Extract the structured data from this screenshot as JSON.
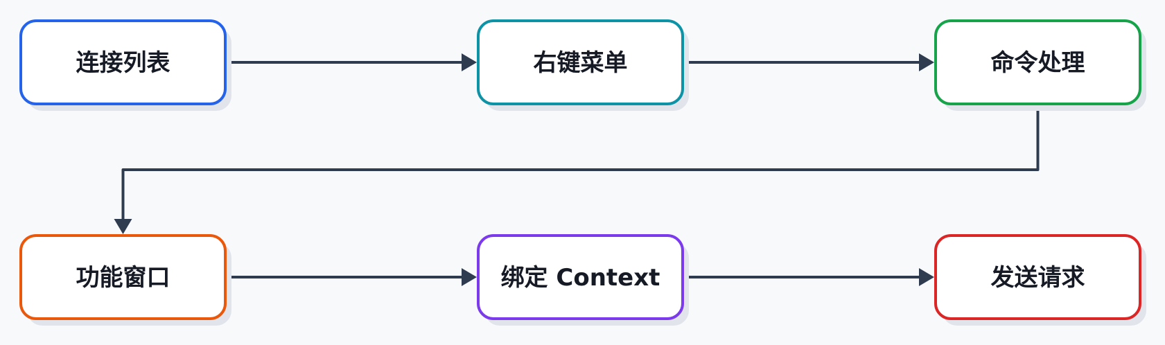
{
  "diagram": {
    "nodes": [
      {
        "id": "n1",
        "label": "连接列表",
        "color": "#2563eb"
      },
      {
        "id": "n2",
        "label": "右键菜单",
        "color": "#0e93a6"
      },
      {
        "id": "n3",
        "label": "命令处理",
        "color": "#16a34a"
      },
      {
        "id": "n4",
        "label": "功能窗口",
        "color": "#ea580c"
      },
      {
        "id": "n5",
        "label": "绑定 Context",
        "color": "#7c3aed"
      },
      {
        "id": "n6",
        "label": "发送请求",
        "color": "#dc2626"
      }
    ],
    "edges": [
      {
        "from": "n1",
        "to": "n2"
      },
      {
        "from": "n2",
        "to": "n3"
      },
      {
        "from": "n3",
        "to": "n4"
      },
      {
        "from": "n4",
        "to": "n5"
      },
      {
        "from": "n5",
        "to": "n6"
      }
    ],
    "edge_color": "#2f3b4e",
    "background": "#f8f9fb"
  }
}
